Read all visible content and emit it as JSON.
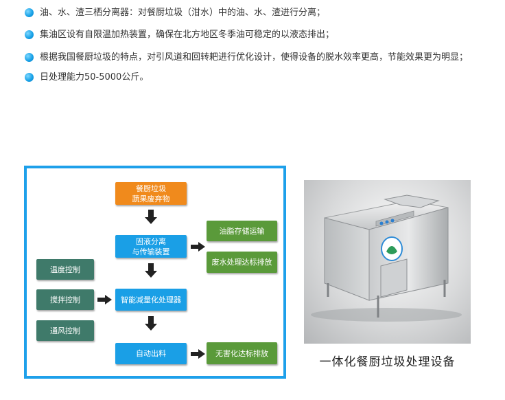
{
  "features": [
    "油、水、渣三栖分离器：对餐厨垃圾（泔水）中的油、水、渣进行分离；",
    "集油区设有自限温加热装置，确保在北方地区冬季油可稳定的以液态排出；",
    "根据我国餐厨垃圾的特点，对引风道和回转耙进行优化设计，使得设备的脱水效率更高，节能效果更为明显；",
    "日处理能力50-5000公斤。"
  ],
  "flowchart": {
    "input_line1": "餐厨垃圾",
    "input_line2": "蔬果废弃物",
    "separation_line1": "固液分离",
    "separation_line2": "与传输装置",
    "oil_transport": "油脂存储运输",
    "wastewater": "废水处理达标排放",
    "temp_control": "温度控制",
    "stir_control": "搅拌控制",
    "vent_control": "通风控制",
    "reduction": "智能减量化处理器",
    "auto_discharge": "自动出料",
    "harmless": "无害化达标排放"
  },
  "colors": {
    "frame": "#1ea0ea",
    "orange": "#f08a1c",
    "blue": "#1a9fe6",
    "green": "#5a9a3a",
    "teal": "#3f7a6a"
  },
  "photo": {
    "caption": "一体化餐厨垃圾处理设备"
  }
}
